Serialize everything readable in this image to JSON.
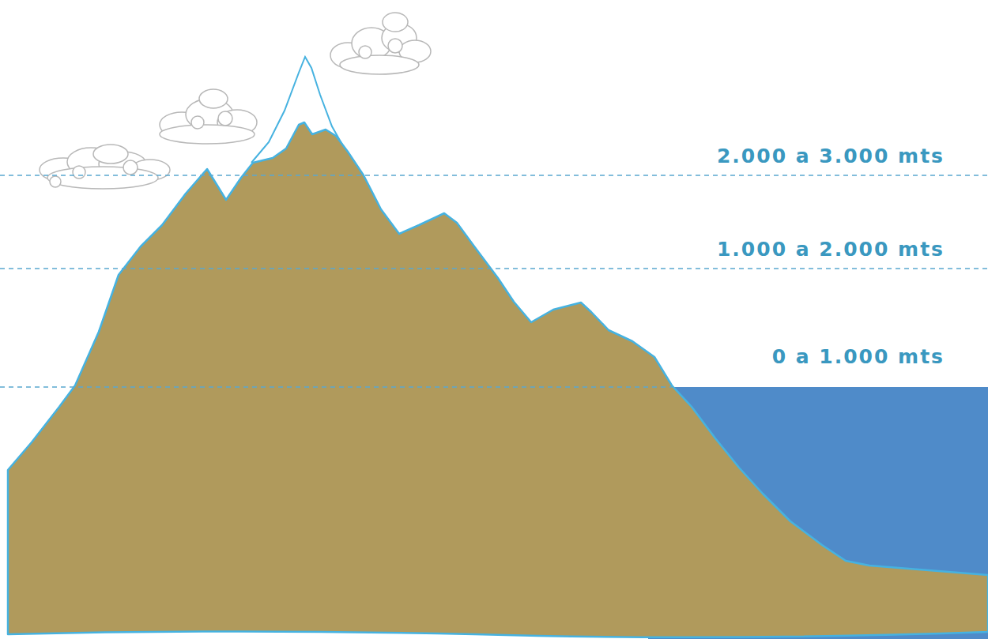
{
  "diagram": {
    "labels": [
      "2.000 a 3.000 mts",
      "1.000 a 2.000 mts",
      "0 a 1.000 mts"
    ]
  }
}
